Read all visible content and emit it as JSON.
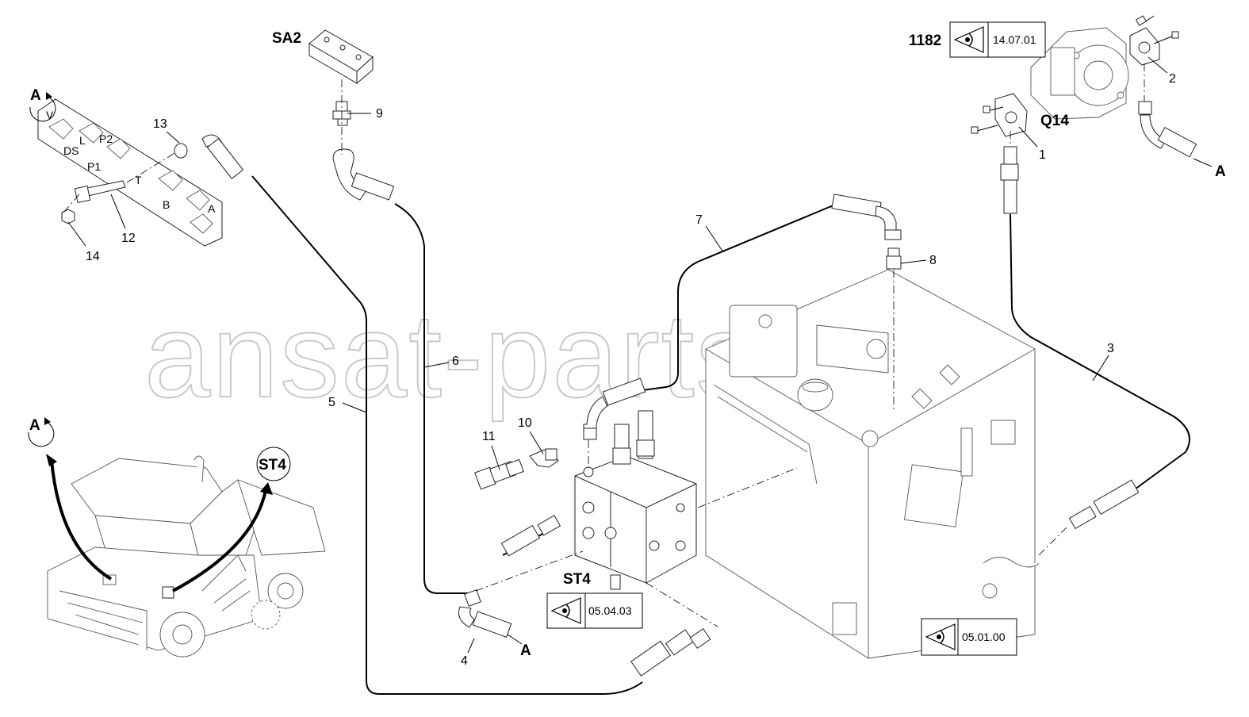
{
  "watermark": "ansat-parts.ru",
  "callouts": {
    "n1": "1",
    "n2": "2",
    "n3": "3",
    "n4": "4",
    "n5": "5",
    "n6": "6",
    "n7": "7",
    "n8": "8",
    "n9": "9",
    "n10": "10",
    "n11": "11",
    "n12": "12",
    "n13": "13",
    "n14": "14"
  },
  "letters": {
    "a_top": "A",
    "a_machine": "A",
    "a_hose3": "A",
    "a_hose4": "A",
    "sa2": "SA2",
    "q14": "Q14",
    "st4_block": "ST4",
    "st4_machine": "ST4",
    "num_1182": "1182"
  },
  "references": {
    "ref_pump": "14.07.01",
    "ref_valve": "05.04.03",
    "ref_tank": "05.01.00"
  },
  "plate_marks": [
    "V",
    "L",
    "DS",
    "P2",
    "P1",
    "T",
    "B",
    "A"
  ],
  "icons": [
    "eye-icon"
  ]
}
